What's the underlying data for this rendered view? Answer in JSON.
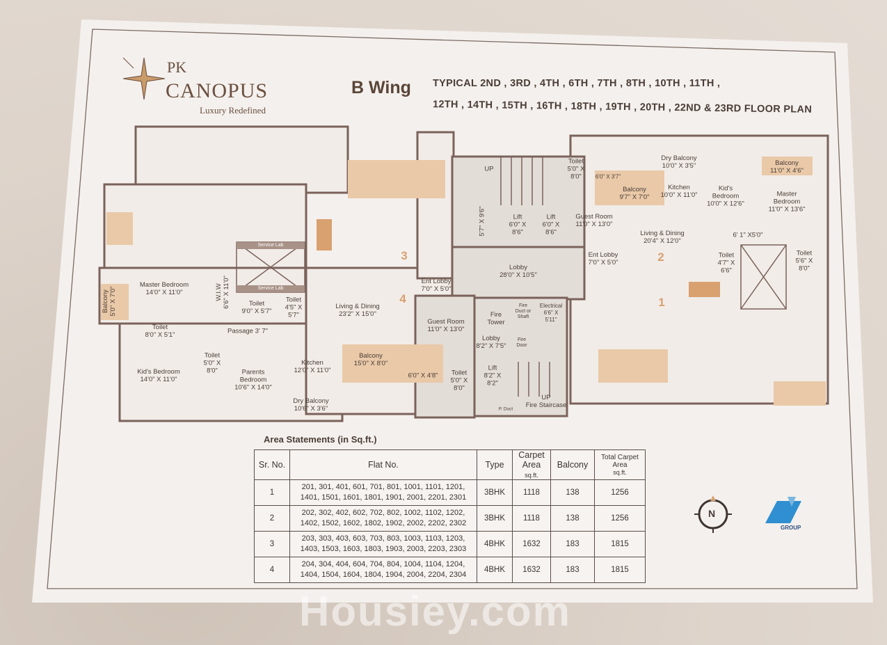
{
  "logo": {
    "brand_prefix": "PK",
    "brand_name": "CANOPUS",
    "tagline": "Luxury Redefined"
  },
  "header": {
    "wing": "B Wing",
    "floor_plan_lines": [
      "TYPICAL 2ND , 3RD , 4TH , 6TH , 7TH , 8TH , 10TH , 11TH ,",
      "12TH , 14TH , 15TH , 16TH , 18TH , 19TH , 20TH , 22ND & 23RD FLOOR PLAN"
    ]
  },
  "plan": {
    "flat_numbers": [
      "1",
      "2",
      "3",
      "4"
    ],
    "service_lab": "Service Lab",
    "rooms": [
      {
        "name": "Balcony",
        "dim": "5'0\" X 7'0\""
      },
      {
        "name": "Master Bedroom",
        "dim": "14'0\" X 11'0\""
      },
      {
        "name": "W.I.W",
        "dim": "6'6\" X 11'0\""
      },
      {
        "name": "Toilet",
        "dim": "9'0\" X 5'7\""
      },
      {
        "name": "Toilet",
        "dim": "4'5\" X 5'7\""
      },
      {
        "name": "Toilet",
        "dim": "8'0\" X 5'1\""
      },
      {
        "name": "Passage 3' 7\"",
        "dim": ""
      },
      {
        "name": "Living & Dining",
        "dim": "23'2\" X 15'0\""
      },
      {
        "name": "Ent Lobby",
        "dim": "7'0\" X 5'0\""
      },
      {
        "name": "Guest Room",
        "dim": "11'0\" X 13'0\""
      },
      {
        "name": "Kid's Bedroom",
        "dim": "14'0\" X 11'0\""
      },
      {
        "name": "Toilet",
        "dim": "5'0\" X 8'0\""
      },
      {
        "name": "Parents Bedroom",
        "dim": "10'6\" X 14'0\""
      },
      {
        "name": "Kitchen",
        "dim": "12'0\" X 11'0\""
      },
      {
        "name": "Balcony",
        "dim": "15'0\" X 8'0\""
      },
      {
        "name": "",
        "dim": "6'0\" X 4'8\""
      },
      {
        "name": "Dry Balcony",
        "dim": "10'6\" X 3'6\""
      },
      {
        "name": "Toilet",
        "dim": "5'0\" X 8'0\""
      },
      {
        "name": "UP",
        "dim": ""
      },
      {
        "name": "",
        "dim": "5'7\" X 9'6\""
      },
      {
        "name": "Lift",
        "dim": "6'0\" X 8'6\""
      },
      {
        "name": "Lift",
        "dim": "6'0\" X 8'6\""
      },
      {
        "name": "Lobby",
        "dim": "28'0\" X 10'5\""
      },
      {
        "name": "Fire Duct or Shaft",
        "dim": ""
      },
      {
        "name": "Electrical",
        "dim": "6'6\" X 5'11\""
      },
      {
        "name": "Fire Tower",
        "dim": ""
      },
      {
        "name": "Lobby",
        "dim": "8'2\" X 7'5\""
      },
      {
        "name": "Fire Door",
        "dim": ""
      },
      {
        "name": "Lift",
        "dim": "8'2\" X 8'2\""
      },
      {
        "name": "P. Duct",
        "dim": ""
      },
      {
        "name": "UP",
        "dim": "Fire Staircase"
      },
      {
        "name": "Toilet",
        "dim": "5'0\" X 8'0\""
      },
      {
        "name": "Guest Room",
        "dim": "11'0\" X 13'0\""
      },
      {
        "name": "Ent Lobby",
        "dim": "7'0\" X 5'0\""
      },
      {
        "name": "",
        "dim": "6'0\" X 3'7\""
      },
      {
        "name": "Balcony",
        "dim": "9'7\" X 7'0\""
      },
      {
        "name": "Dry Balcony",
        "dim": "10'0\" X 3'5\""
      },
      {
        "name": "Kitchen",
        "dim": "10'0\" X 11'0\""
      },
      {
        "name": "Kid's Bedroom",
        "dim": "10'0\" X 12'6\""
      },
      {
        "name": "Balcony",
        "dim": "11'0\" X 4'6\""
      },
      {
        "name": "Master Bedroom",
        "dim": "11'0\" X 13'6\""
      },
      {
        "name": "",
        "dim": "6' 1\" X5'0\""
      },
      {
        "name": "Living & Dining",
        "dim": "20'4\" X 12'0\""
      },
      {
        "name": "Toilet",
        "dim": "4'7\" X 6'6\""
      },
      {
        "name": "Toilet",
        "dim": "5'6\" X 8'0\""
      }
    ]
  },
  "area_statement": {
    "title": "Area Statements (in Sq.ft.)",
    "headers": {
      "sr": "Sr. No.",
      "flat": "Flat No.",
      "type": "Type",
      "carpet": "Carpet Area",
      "carpet_unit": "sq.ft.",
      "balcony": "Balcony",
      "total": "Total Carpet Area",
      "total_unit": "sq.ft."
    },
    "rows": [
      {
        "sr": "1",
        "flats": "201, 301, 401, 601, 701, 801, 1001, 1101, 1201, 1401, 1501, 1601, 1801, 1901, 2001, 2201, 2301",
        "type": "3BHK",
        "carpet": "1118",
        "balcony": "138",
        "total": "1256"
      },
      {
        "sr": "2",
        "flats": "202, 302, 402, 602, 702, 802, 1002, 1102, 1202, 1402, 1502, 1602, 1802, 1902, 2002, 2202, 2302",
        "type": "3BHK",
        "carpet": "1118",
        "balcony": "138",
        "total": "1256"
      },
      {
        "sr": "3",
        "flats": "203, 303, 403, 603, 703, 803, 1003, 1103, 1203, 1403, 1503, 1603, 1803, 1903, 2003, 2203, 2303",
        "type": "4BHK",
        "carpet": "1632",
        "balcony": "183",
        "total": "1815"
      },
      {
        "sr": "4",
        "flats": "204, 304, 404, 604, 704, 804, 1004, 1104, 1204, 1404, 1504, 1604, 1804, 1904, 2004, 2204, 2304",
        "type": "4BHK",
        "carpet": "1632",
        "balcony": "183",
        "total": "1815"
      }
    ]
  },
  "compass": {
    "label": "N"
  },
  "group_logo": {
    "text": "GROUP"
  },
  "watermark": "Housiey.com",
  "colors": {
    "balcony": "#e9c9a8",
    "walls": "#7a625a",
    "accent": "#d9a070",
    "group_blue": "#2f8fd0"
  }
}
